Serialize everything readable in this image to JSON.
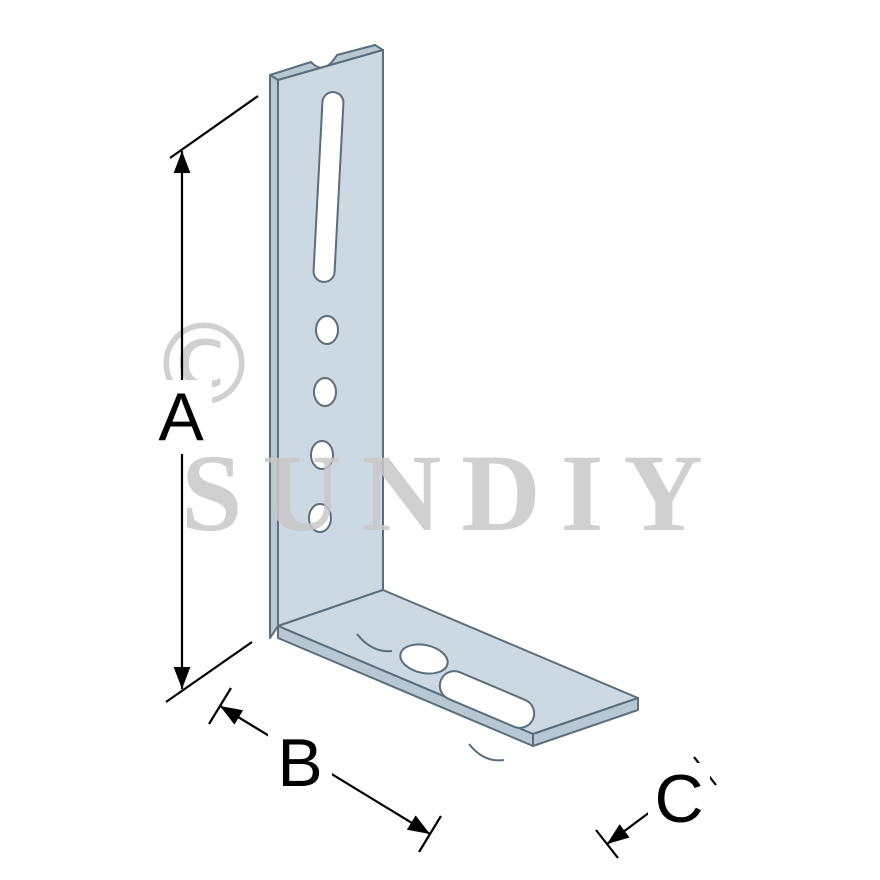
{
  "diagram": {
    "dimensions": {
      "a": "A",
      "b": "B",
      "c": "C"
    },
    "watermark": {
      "copyright": "©",
      "brand": "SUNDIY"
    },
    "colors": {
      "background": "#ffffff",
      "plate_fill": "#ccd9e3",
      "plate_edge_fill": "#b7c7d3",
      "outline": "#5b6e7c",
      "dimension_line": "#000000",
      "watermark_text": "#c8c8c8"
    }
  }
}
